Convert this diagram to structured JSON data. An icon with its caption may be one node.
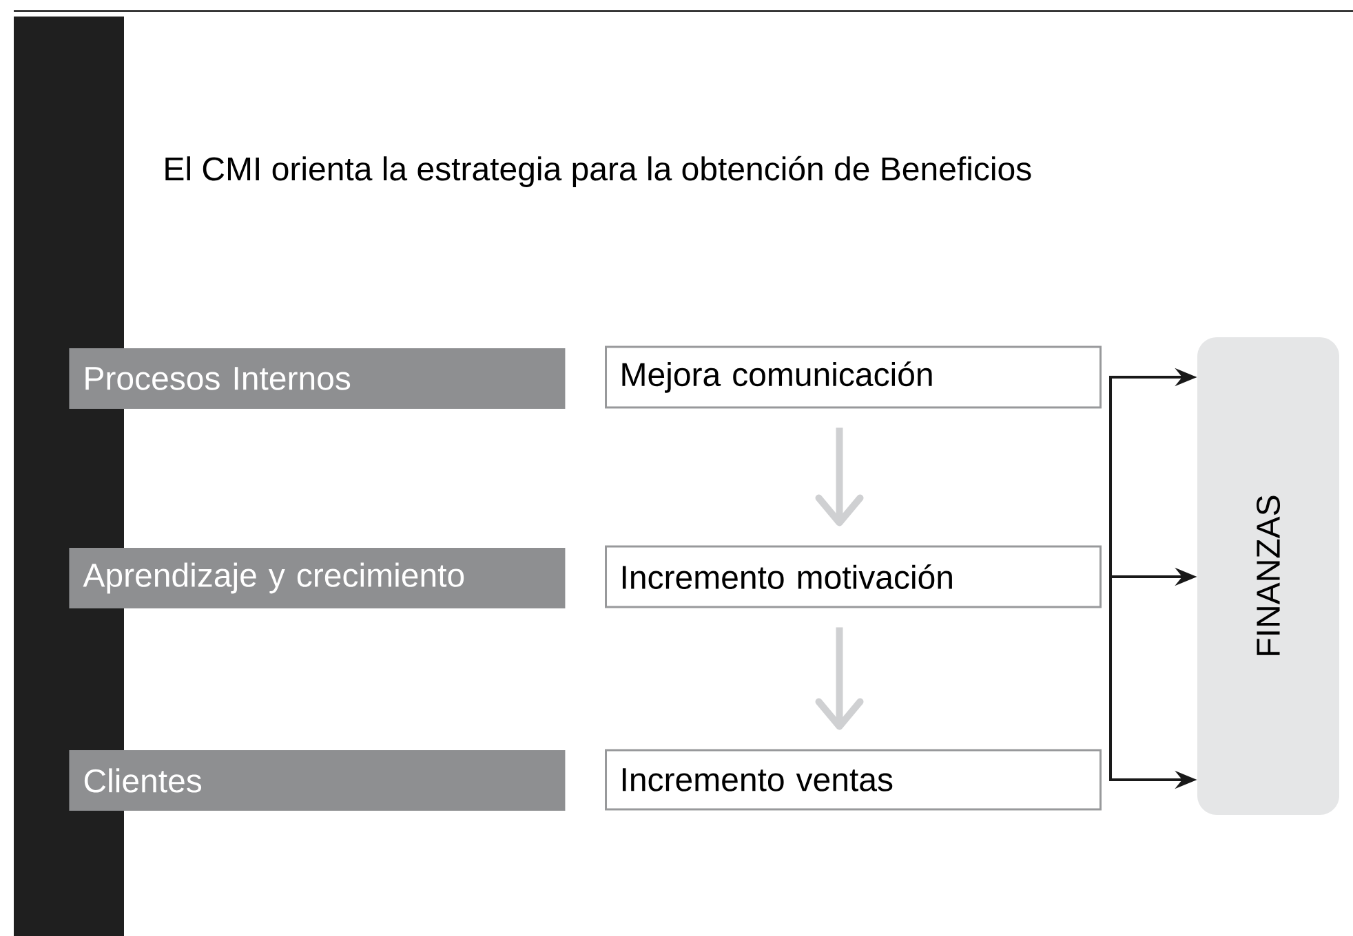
{
  "diagram": {
    "title": "El CMI orienta la estrategia para la obtención de Beneficios",
    "nodes": [
      {
        "text": [
          "Procesos Internos"
        ]
      },
      {
        "text": [
          "Mejora comunicación"
        ]
      },
      {
        "text": [
          "Aprendizaje y crecimiento"
        ]
      },
      {
        "text": [
          "Incremento motivación"
        ]
      },
      {
        "text": [
          "Clientes"
        ]
      },
      {
        "text": [
          "Incremento ventas"
        ]
      },
      {
        "text": [
          "FINANZAS"
        ]
      }
    ],
    "edges": [
      {
        "from": 1,
        "to": 3,
        "arrow": "to",
        "style": "thick",
        "color": "#cfd0d2"
      },
      {
        "from": 3,
        "to": 5,
        "arrow": "to",
        "style": "thick",
        "color": "#cfd0d2"
      },
      {
        "from": 1,
        "to": 6,
        "arrow": "to"
      },
      {
        "from": 3,
        "to": 6,
        "arrow": "to"
      },
      {
        "from": 5,
        "to": 6,
        "arrow": "to"
      }
    ]
  }
}
